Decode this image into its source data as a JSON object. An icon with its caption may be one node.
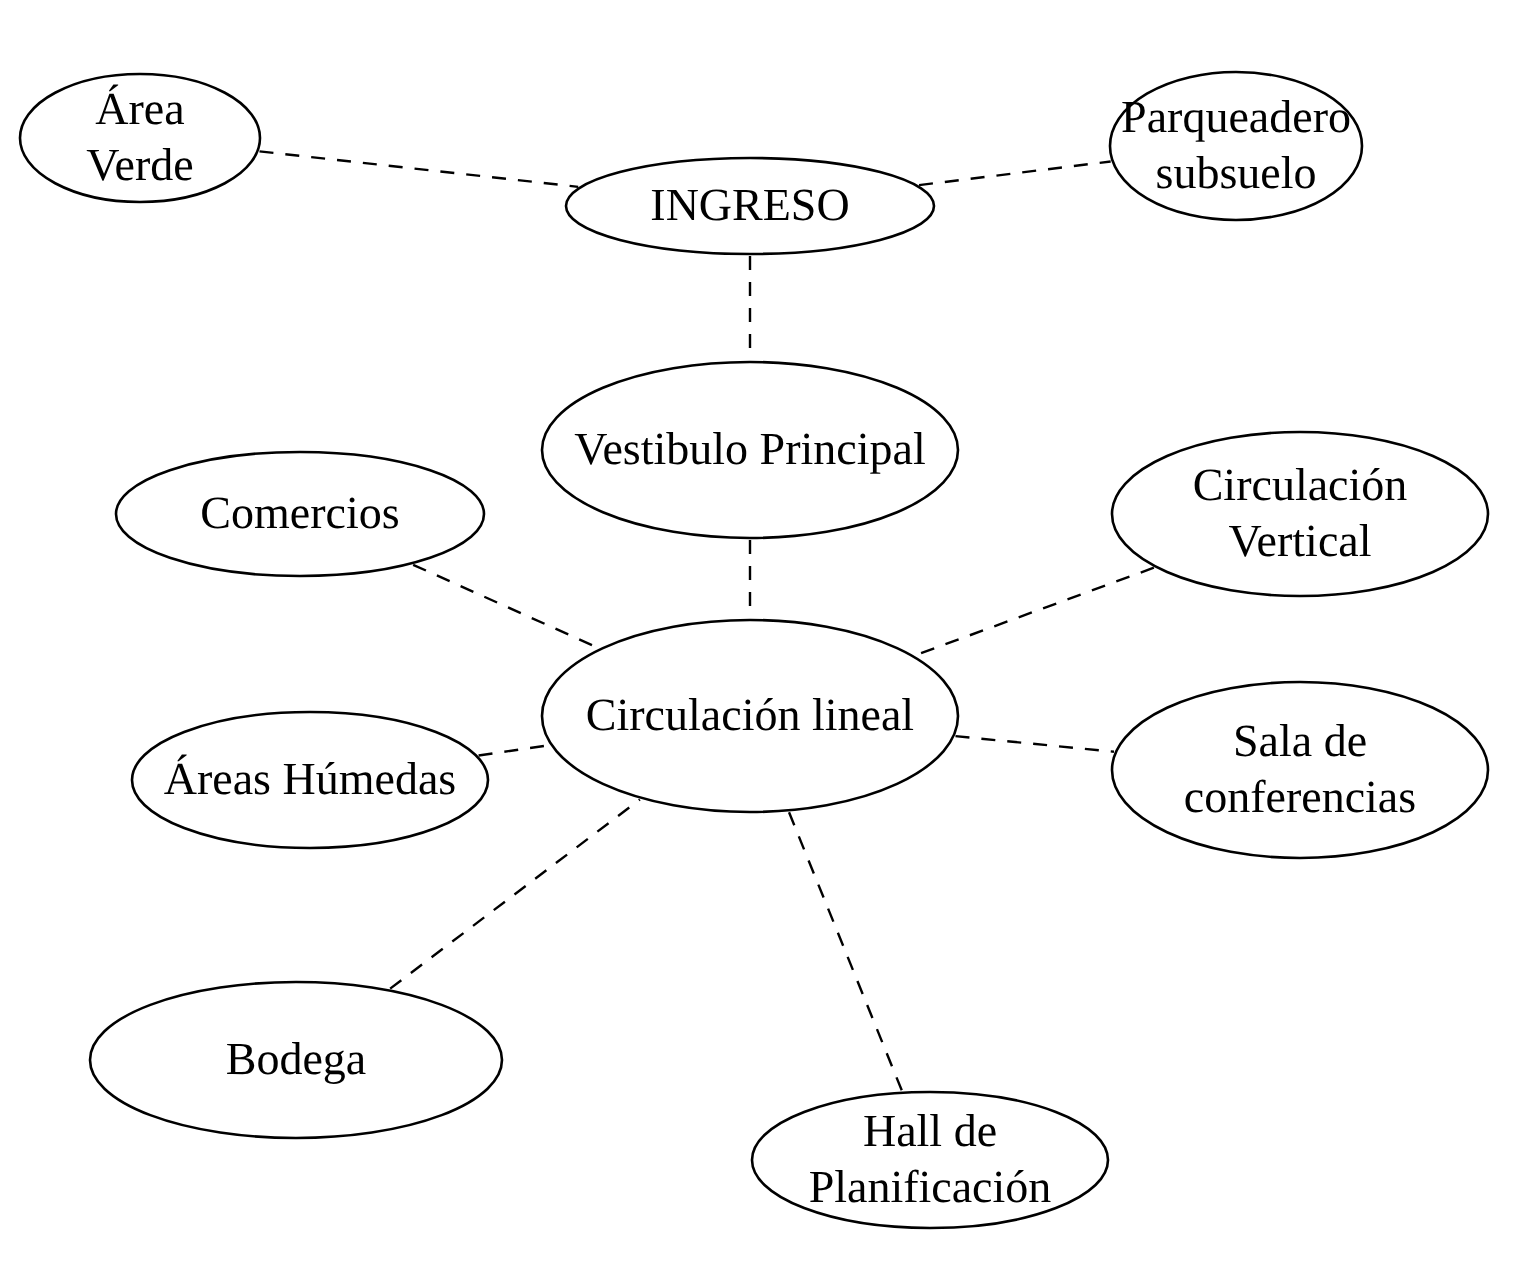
{
  "diagram": {
    "nodes": [
      {
        "text": [
          "Área Verde"
        ]
      },
      {
        "text": [
          "INGRESO"
        ]
      },
      {
        "text": [
          "Parqueadero subsuelo"
        ]
      },
      {
        "text": [
          "Vestibulo Principal"
        ]
      },
      {
        "text": [
          "Comercios"
        ]
      },
      {
        "text": [
          "Circulación Vertical"
        ]
      },
      {
        "text": [
          "Circulación lineal"
        ]
      },
      {
        "text": [
          "Áreas Húmedas"
        ]
      },
      {
        "text": [
          "Sala de conferencias"
        ]
      },
      {
        "text": [
          "Bodega"
        ]
      },
      {
        "text": [
          "Hall de Planificación"
        ]
      }
    ],
    "edges": [
      {
        "from": 0,
        "to": 1,
        "arrow": "none",
        "style": "dashed"
      },
      {
        "from": 1,
        "to": 2,
        "arrow": "none",
        "style": "dashed"
      },
      {
        "from": 1,
        "to": 3,
        "arrow": "none",
        "style": "dashed"
      },
      {
        "from": 3,
        "to": 6,
        "arrow": "none",
        "style": "dashed"
      },
      {
        "from": 4,
        "to": 6,
        "arrow": "none",
        "style": "dashed"
      },
      {
        "from": 5,
        "to": 6,
        "arrow": "none",
        "style": "dashed"
      },
      {
        "from": 7,
        "to": 6,
        "arrow": "none",
        "style": "dashed"
      },
      {
        "from": 6,
        "to": 8,
        "arrow": "none",
        "style": "dashed"
      },
      {
        "from": 9,
        "to": 6,
        "arrow": "none",
        "style": "dashed"
      },
      {
        "from": 6,
        "to": 10,
        "arrow": "none",
        "style": "dashed"
      }
    ]
  }
}
